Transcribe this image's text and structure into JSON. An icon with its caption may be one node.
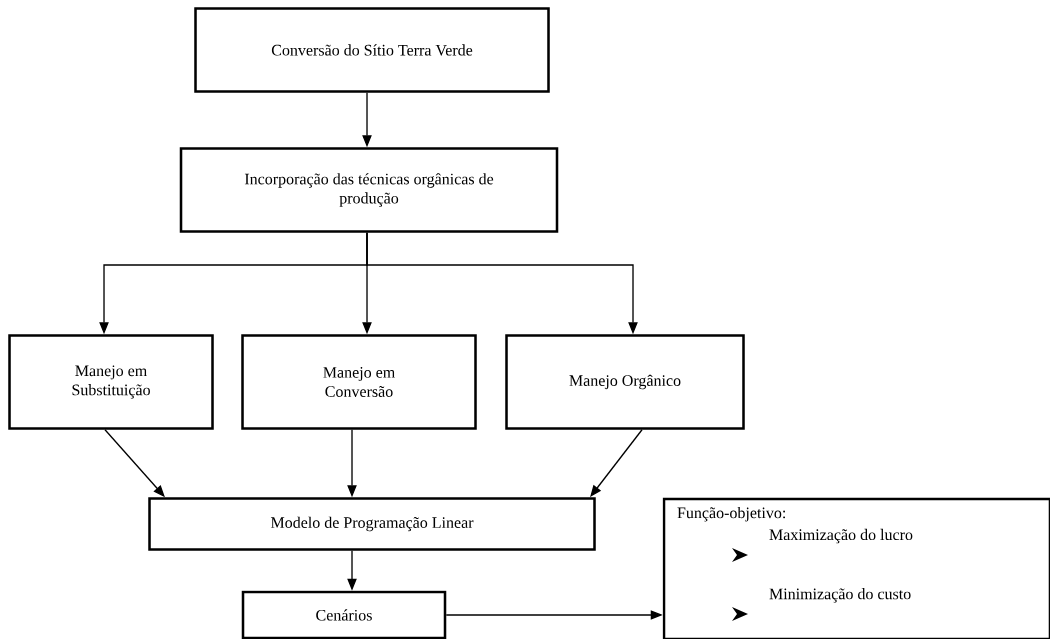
{
  "diagram": {
    "nodes": [
      {
        "text": [
          "Conversão do Sítio Terra Verde"
        ]
      },
      {
        "text": [
          "Incorporação das técnicas orgânicas de produção"
        ]
      },
      {
        "text": [
          "Manejo em Substituição"
        ]
      },
      {
        "text": [
          "Manejo em Conversão"
        ]
      },
      {
        "text": [
          "Manejo Orgânico"
        ]
      },
      {
        "text": [
          "Modelo de Programação Linear"
        ]
      },
      {
        "text": [
          "Cenários"
        ]
      },
      {
        "text": [
          "Função-objetivo:",
          "Maximização do lucro",
          "Minimização do custo"
        ]
      }
    ],
    "edges": [
      {
        "from": 0,
        "to": 1,
        "arrow": "to"
      },
      {
        "from": 1,
        "to": 2,
        "arrow": "to"
      },
      {
        "from": 1,
        "to": 3,
        "arrow": "to"
      },
      {
        "from": 1,
        "to": 4,
        "arrow": "to"
      },
      {
        "from": 2,
        "to": 5,
        "arrow": "to"
      },
      {
        "from": 3,
        "to": 5,
        "arrow": "to"
      },
      {
        "from": 4,
        "to": 5,
        "arrow": "to"
      },
      {
        "from": 5,
        "to": 6,
        "arrow": "to"
      },
      {
        "from": 6,
        "to": 7,
        "arrow": "to"
      }
    ]
  }
}
